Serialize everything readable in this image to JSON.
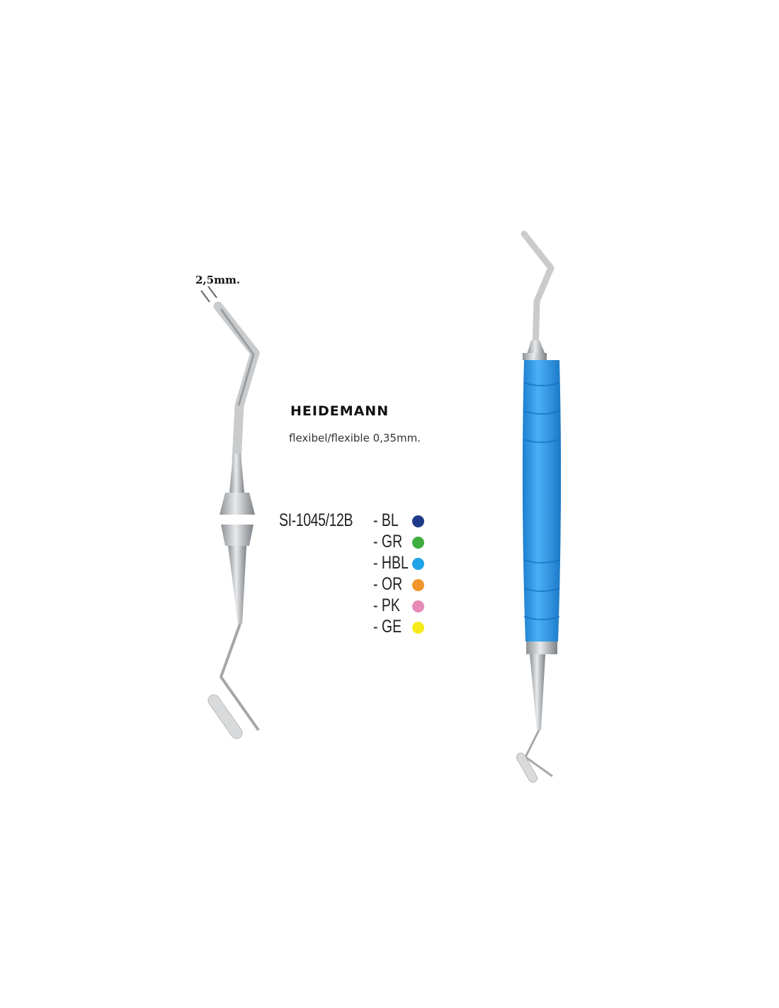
{
  "dimension_label": "2,5mm.",
  "brand": "HEIDEMANN",
  "subtitle": "flexibel/flexible 0,35mm.",
  "article_code": "SI-1045/12B",
  "variants": [
    {
      "label": "- BL",
      "color": "#1f3a8a"
    },
    {
      "label": "- GR",
      "color": "#3fae3f"
    },
    {
      "label": "- HBL",
      "color": "#1ea3e6"
    },
    {
      "label": "- OR",
      "color": "#f0962a"
    },
    {
      "label": "- PK",
      "color": "#e88ab8"
    },
    {
      "label": "- GE",
      "color": "#f7ea1a"
    }
  ],
  "handle_color": "#2f9be8"
}
